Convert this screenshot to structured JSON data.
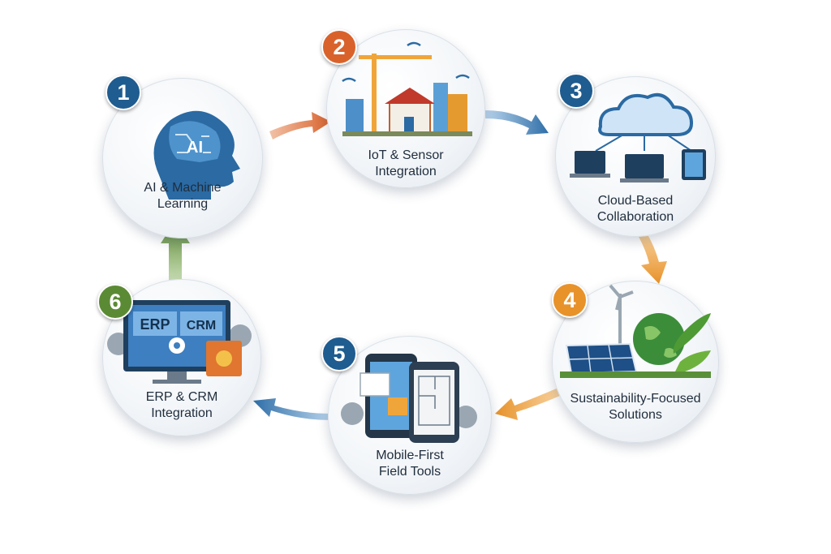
{
  "steps": [
    {
      "number": "1",
      "line1": "AI & Machine",
      "line2": "Learning",
      "badge_color": "#1f5c8f",
      "icon_text": "AI"
    },
    {
      "number": "2",
      "line1": "IoT & Sensor",
      "line2": "Integration",
      "badge_color": "#d9622b"
    },
    {
      "number": "3",
      "line1": "Cloud-Based",
      "line2": "Collaboration",
      "badge_color": "#1f5c8f"
    },
    {
      "number": "4",
      "line1": "Sustainability-Focused",
      "line2": "Solutions",
      "badge_color": "#e8922a"
    },
    {
      "number": "5",
      "line1": "Mobile-First",
      "line2": "Field Tools",
      "badge_color": "#1f5c8f"
    },
    {
      "number": "6",
      "line1": "ERP & CRM",
      "line2": "Integration",
      "badge_color": "#5b8a34",
      "icon_text_1": "ERP",
      "icon_text_2": "CRM"
    }
  ],
  "arrow_colors": {
    "1to2": "#d9622b",
    "2to3": "#3a7fbf",
    "3to4": "#e8922a",
    "4to5": "#e8922a",
    "5to6": "#2f6fa8",
    "6to1": "#6b9a3f"
  }
}
